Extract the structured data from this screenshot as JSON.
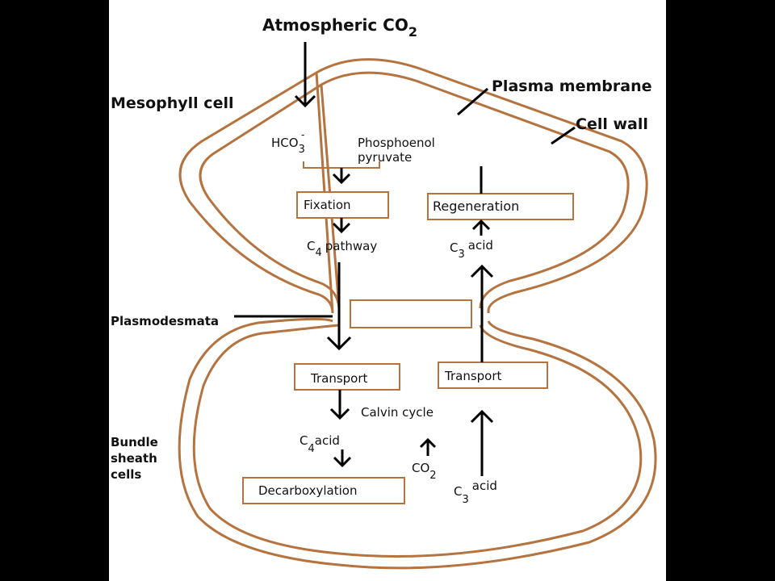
{
  "labels": {
    "atmospheric": "Atmospheric CO",
    "atmospheric_sub": "2",
    "plasma_membrane": "Plasma membrane",
    "mesophyll_cell": "Mesophyll cell",
    "cell_wall": "Cell wall",
    "hco3": "HCO",
    "hco3_sub": "3",
    "hco3_sup": "-",
    "phosphoenol": "Phosphoenol",
    "pyruvate": "pyruvate",
    "fixation": "Fixation",
    "regeneration": "Regeneration",
    "c4_pathway_c": "C",
    "c4_pathway_sub": "4",
    "c4_pathway": "pathway",
    "c3_acid_top_c": "C",
    "c3_acid_top_sub": "3",
    "c3_acid_top": "acid",
    "plasmodesmata": "Plasmodesmata",
    "transport_left": "Transport",
    "transport_right": "Transport",
    "calvin_cycle": "Calvin cycle",
    "bundle_1": "Bundle",
    "bundle_2": "sheath",
    "bundle_3": "cells",
    "c4_acid_c": "C",
    "c4_acid_sub": "4",
    "c4_acid": "acid",
    "co2": "CO",
    "co2_sub": "2",
    "decarboxylation": "Decarboxylation",
    "c3_acid_bottom_c": "C",
    "c3_acid_bottom_sub": "3",
    "c3_acid_bottom": "acid"
  },
  "colors": {
    "cell_wall": "#b5733f",
    "arrow": "#000000",
    "background": "#ffffff",
    "frame": "#000000"
  }
}
